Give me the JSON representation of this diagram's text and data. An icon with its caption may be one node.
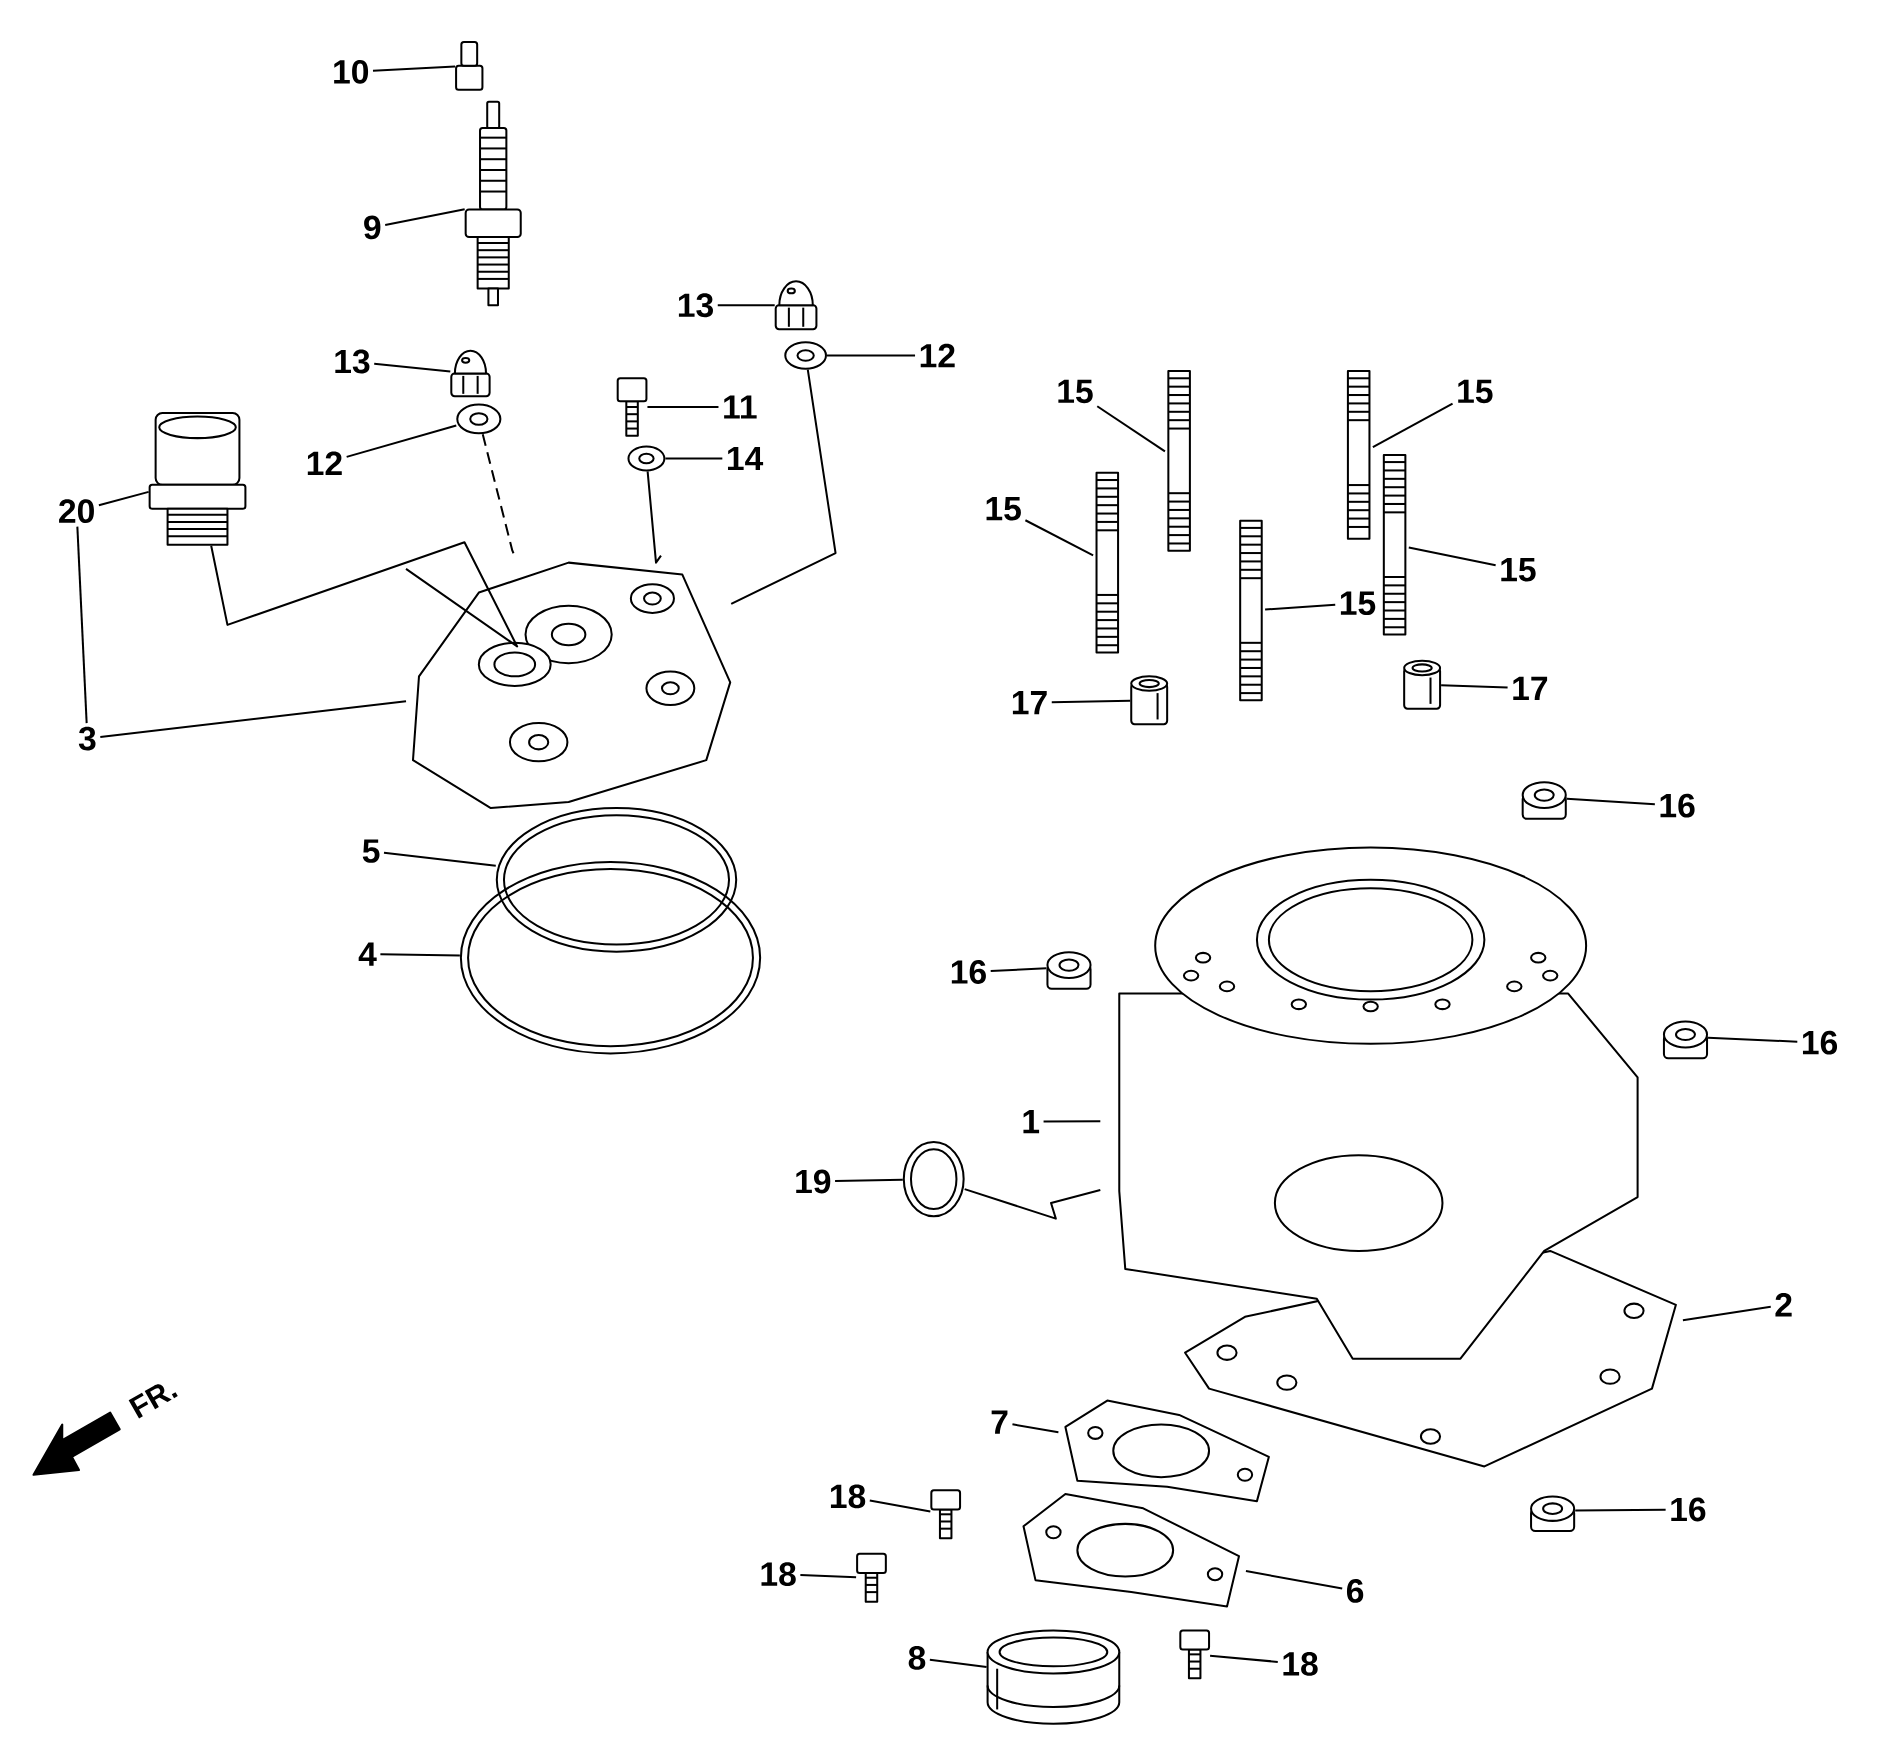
{
  "diagram": {
    "nodes": [
      {
        "text": [
          "10"
        ]
      },
      {
        "text": [],
        "shape": "picture"
      },
      {
        "text": [
          "9"
        ]
      },
      {
        "text": [],
        "shape": "picture"
      },
      {
        "text": [
          "13"
        ]
      },
      {
        "text": [],
        "shape": "picture"
      },
      {
        "text": [
          "12"
        ]
      },
      {
        "text": [],
        "shape": "picture"
      },
      {
        "text": [
          "13"
        ]
      },
      {
        "text": [],
        "shape": "picture"
      },
      {
        "text": [
          "15"
        ]
      },
      {
        "text": [],
        "shape": "picture"
      },
      {
        "text": [
          "15"
        ]
      },
      {
        "text": [],
        "shape": "picture"
      },
      {
        "text": [
          "11"
        ]
      },
      {
        "text": [],
        "shape": "picture"
      },
      {
        "text": [
          "14"
        ]
      },
      {
        "text": [],
        "shape": "picture"
      },
      {
        "text": [
          "12"
        ]
      },
      {
        "text": [],
        "shape": "picture"
      },
      {
        "text": [
          "15"
        ]
      },
      {
        "text": [],
        "shape": "picture"
      },
      {
        "text": [
          "20"
        ]
      },
      {
        "text": [],
        "shape": "picture"
      },
      {
        "text": [
          "15"
        ]
      },
      {
        "text": [],
        "shape": "picture"
      },
      {
        "text": [
          "15"
        ]
      },
      {
        "text": [],
        "shape": "picture"
      },
      {
        "text": [
          "17"
        ]
      },
      {
        "text": [],
        "shape": "picture"
      },
      {
        "text": [
          "17"
        ]
      },
      {
        "text": [],
        "shape": "picture"
      },
      {
        "text": [
          "3"
        ]
      },
      {
        "text": [],
        "shape": "picture"
      },
      {
        "text": [
          "16"
        ]
      },
      {
        "text": [],
        "shape": "picture"
      },
      {
        "text": [
          "5"
        ]
      },
      {
        "text": [],
        "shape": "picture"
      },
      {
        "text": [
          "4"
        ]
      },
      {
        "text": [],
        "shape": "picture"
      },
      {
        "text": [
          "16"
        ]
      },
      {
        "text": [],
        "shape": "picture"
      },
      {
        "text": [
          "16"
        ]
      },
      {
        "text": [],
        "shape": "picture"
      },
      {
        "text": [
          "1"
        ]
      },
      {
        "text": [],
        "shape": "picture"
      },
      {
        "text": [
          "19"
        ]
      },
      {
        "text": [],
        "shape": "picture"
      },
      {
        "text": [
          "2"
        ]
      },
      {
        "text": [],
        "shape": "picture"
      },
      {
        "text": [
          "7"
        ]
      },
      {
        "text": [],
        "shape": "picture"
      },
      {
        "text": [
          "18"
        ]
      },
      {
        "text": [],
        "shape": "picture"
      },
      {
        "text": [
          "16"
        ]
      },
      {
        "text": [],
        "shape": "picture"
      },
      {
        "text": [
          "18"
        ]
      },
      {
        "text": [],
        "shape": "picture"
      },
      {
        "text": [
          "6"
        ]
      },
      {
        "text": [],
        "shape": "picture"
      },
      {
        "text": [
          "8"
        ]
      },
      {
        "text": [],
        "shape": "picture"
      },
      {
        "text": [
          "18"
        ]
      },
      {
        "text": [],
        "shape": "picture"
      }
    ],
    "edges": [
      {
        "from": 0,
        "to": 1,
        "arrow": "none"
      },
      {
        "from": 2,
        "to": 3,
        "arrow": "none"
      },
      {
        "from": 4,
        "to": 5,
        "arrow": "none"
      },
      {
        "from": 6,
        "to": 7,
        "arrow": "none"
      },
      {
        "from": 8,
        "to": 9,
        "arrow": "none"
      },
      {
        "from": 10,
        "to": 11,
        "arrow": "none"
      },
      {
        "from": 12,
        "to": 13,
        "arrow": "none"
      },
      {
        "from": 14,
        "to": 15,
        "arrow": "none"
      },
      {
        "from": 16,
        "to": 17,
        "arrow": "none"
      },
      {
        "from": 18,
        "to": 19,
        "arrow": "none"
      },
      {
        "from": 20,
        "to": 21,
        "arrow": "none"
      },
      {
        "from": 22,
        "to": 23,
        "arrow": "none"
      },
      {
        "from": 24,
        "to": 25,
        "arrow": "none"
      },
      {
        "from": 26,
        "to": 27,
        "arrow": "none"
      },
      {
        "from": 28,
        "to": 29,
        "arrow": "none"
      },
      {
        "from": 30,
        "to": 31,
        "arrow": "none"
      },
      {
        "from": 32,
        "to": 33,
        "arrow": "none"
      },
      {
        "from": 34,
        "to": 35,
        "arrow": "none"
      },
      {
        "from": 36,
        "to": 37,
        "arrow": "none"
      },
      {
        "from": 38,
        "to": 39,
        "arrow": "none"
      },
      {
        "from": 40,
        "to": 41,
        "arrow": "none"
      },
      {
        "from": 42,
        "to": 43,
        "arrow": "none"
      },
      {
        "from": 44,
        "to": 45,
        "arrow": "none"
      },
      {
        "from": 46,
        "to": 47,
        "arrow": "none"
      },
      {
        "from": 48,
        "to": 49,
        "arrow": "none"
      },
      {
        "from": 50,
        "to": 51,
        "arrow": "none"
      },
      {
        "from": 52,
        "to": 53,
        "arrow": "none"
      },
      {
        "from": 54,
        "to": 55,
        "arrow": "none"
      },
      {
        "from": 56,
        "to": 57,
        "arrow": "none"
      },
      {
        "from": 58,
        "to": 59,
        "arrow": "none"
      },
      {
        "from": 60,
        "to": 61,
        "arrow": "none"
      },
      {
        "from": 62,
        "to": 63,
        "arrow": "none"
      },
      {
        "from": 22,
        "to": 32,
        "arrow": "none"
      },
      {
        "from": 23,
        "to": 33,
        "arrow": "none"
      },
      {
        "from": 19,
        "to": 33,
        "arrow": "none",
        "style": "dashed"
      },
      {
        "from": 17,
        "to": 33,
        "arrow": "none"
      },
      {
        "from": 7,
        "to": 33,
        "arrow": "none"
      },
      {
        "from": 47,
        "to": 45,
        "arrow": "none"
      }
    ],
    "labels": [
      "FR."
    ]
  }
}
